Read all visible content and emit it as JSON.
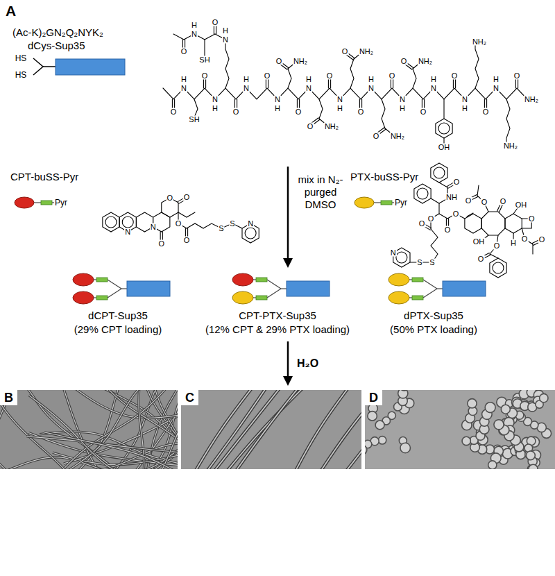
{
  "diagram": {
    "nodes": [
      {
        "text": [
          "(Ac-K)₂GN₂Q₂NYK₂",
          "dCys-Sup35"
        ]
      },
      {
        "text": [
          "CPT-buSS-Pyr",
          "Pyr"
        ]
      },
      {
        "text": [
          "PTX-buSS-Pyr",
          "Pyr"
        ]
      },
      {
        "text": [
          "dCPT-Sup35",
          "(29% CPT loading)"
        ]
      },
      {
        "text": [
          "CPT-PTX-Sup35",
          "(12% CPT & 29% PTX loading)"
        ]
      },
      {
        "text": [
          "dPTX-Sup35",
          "(50% PTX loading)"
        ]
      },
      {
        "text": [
          "B"
        ]
      },
      {
        "text": [
          "C"
        ]
      },
      {
        "text": [
          "D"
        ]
      }
    ],
    "labels": [
      "A",
      "HS",
      "HS",
      "N",
      "H",
      "O",
      "SH",
      "N",
      "H",
      "O",
      "O",
      "N",
      "H",
      "SH",
      "O",
      "N",
      "H",
      "O",
      "N",
      "H",
      "O",
      "N",
      "H",
      "O",
      "NH₂",
      "O",
      "N",
      "H",
      "O",
      "NH₂",
      "O",
      "N",
      "H",
      "O",
      "NH₂",
      "O",
      "N",
      "H",
      "O",
      "NH₂",
      "O",
      "N",
      "H",
      "O",
      "NH₂",
      "O",
      "N",
      "H",
      "OH",
      "O",
      "N",
      "H",
      "NH₂",
      "O",
      "N",
      "H",
      "NH₂",
      "O",
      "NH₂",
      "N",
      "N",
      "O",
      "O",
      "O",
      "O",
      "O",
      "S",
      "S",
      "N",
      "O",
      "O",
      "O",
      "O",
      "OH",
      "OH",
      "O",
      "O",
      "H",
      "O",
      "O",
      "O",
      "O",
      "O",
      "O",
      "S",
      "S",
      "N",
      "NH",
      "O",
      "mix in N₂-purged DMSO",
      "H₂O"
    ]
  }
}
